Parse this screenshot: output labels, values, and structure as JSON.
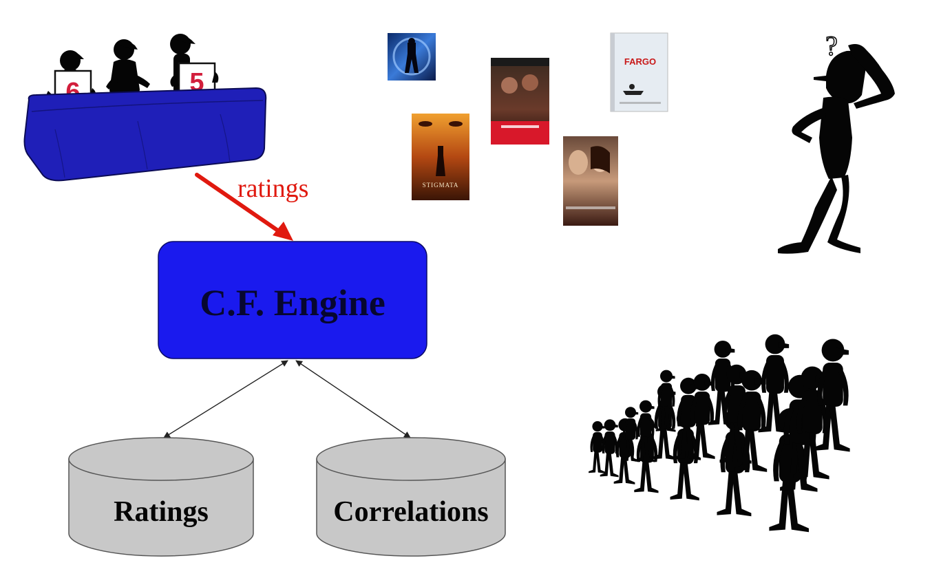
{
  "judges": {
    "score_left": "6",
    "score_right": "5"
  },
  "arrow_label": "ratings",
  "engine": {
    "label": "C.F. Engine"
  },
  "databases": {
    "ratings": "Ratings",
    "correlations": "Correlations"
  },
  "posters": {
    "fargo_title": "FARGO",
    "stigmata_title": "STIGMATA"
  },
  "thinker": {
    "question_mark": "?"
  },
  "colors": {
    "engine_fill": "#1a1aee",
    "table_fill": "#1f1fb8",
    "arrow_red": "#e0190f",
    "score_red": "#d21e3c",
    "db_fill": "#c8c8c8",
    "silhouette": "#050505"
  }
}
